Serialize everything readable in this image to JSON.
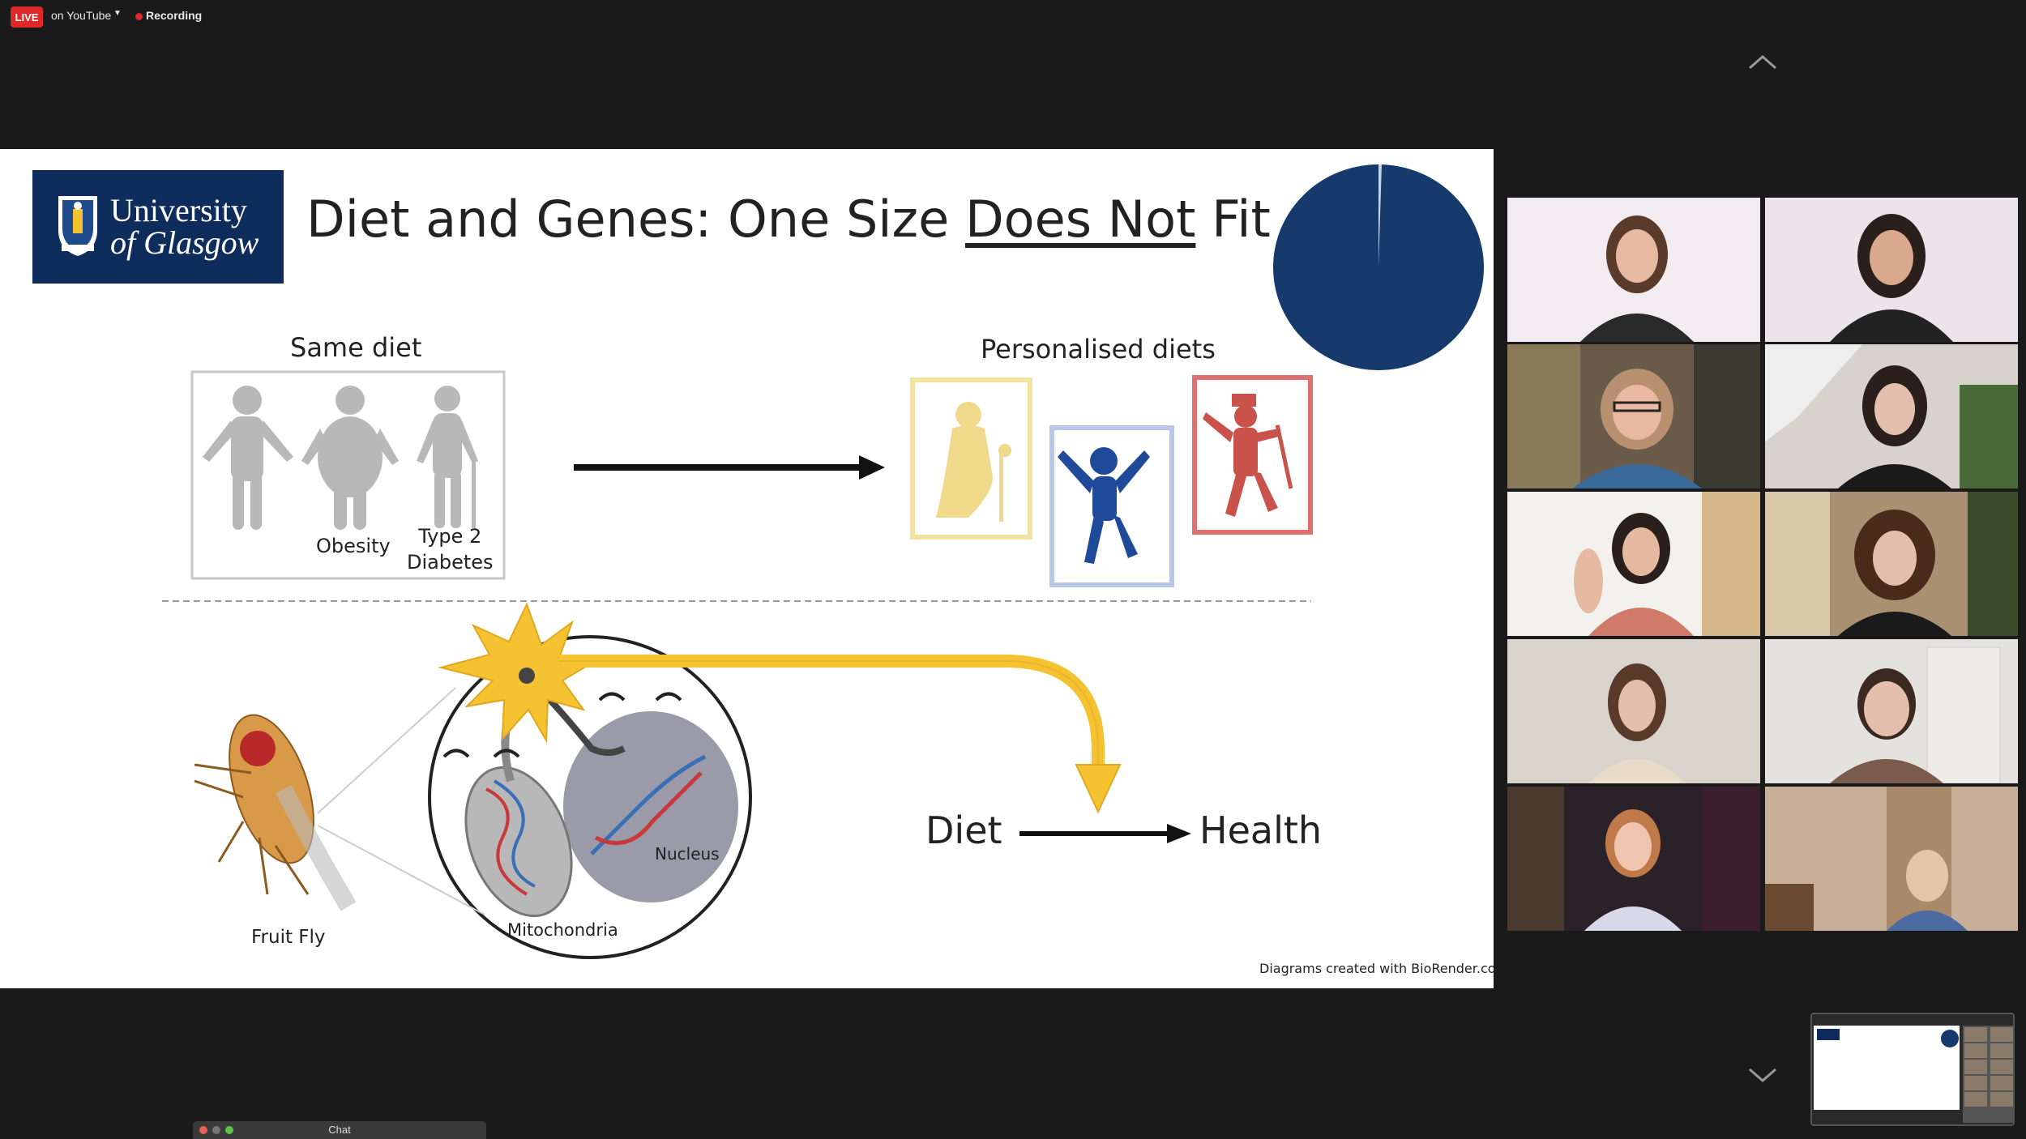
{
  "top_bar": {
    "live_badge": "LIVE",
    "stream_target": "on YouTube",
    "recording_label": "Recording"
  },
  "slide": {
    "logo": {
      "line1": "University",
      "line2": "of Glasgow"
    },
    "title_prefix": "Diet and Genes: One Size ",
    "title_emphasis": "Does Not",
    "title_suffix": " Fit All",
    "same_diet_label": "Same diet",
    "personalised_diets_label": "Personalised diets",
    "obesity_label": "Obesity",
    "type2_line1": "Type 2",
    "type2_line2": "Diabetes",
    "fruit_fly_label": "Fruit Fly",
    "mitochondria_label": "Mitochondria",
    "nucleus_label": "Nucleus",
    "diet_label": "Diet",
    "health_label": "Health",
    "credit": "Diagrams created with BioRender.com",
    "timer_color": "#163a6b"
  },
  "gallery": {
    "participants": [
      {
        "id": "p1",
        "active": false
      },
      {
        "id": "p2",
        "active": true
      },
      {
        "id": "p3",
        "active": false
      },
      {
        "id": "p4",
        "active": false
      },
      {
        "id": "p5",
        "active": false
      },
      {
        "id": "p6",
        "active": false
      },
      {
        "id": "p7",
        "active": false
      },
      {
        "id": "p8",
        "active": false
      },
      {
        "id": "p9",
        "active": false
      },
      {
        "id": "p10",
        "active": false
      }
    ],
    "active_border_color": "#d8e06a"
  },
  "chat_bar": {
    "title": "Chat"
  },
  "icons": {
    "nav_up": "chevron-up-icon",
    "nav_down": "chevron-down-icon"
  }
}
